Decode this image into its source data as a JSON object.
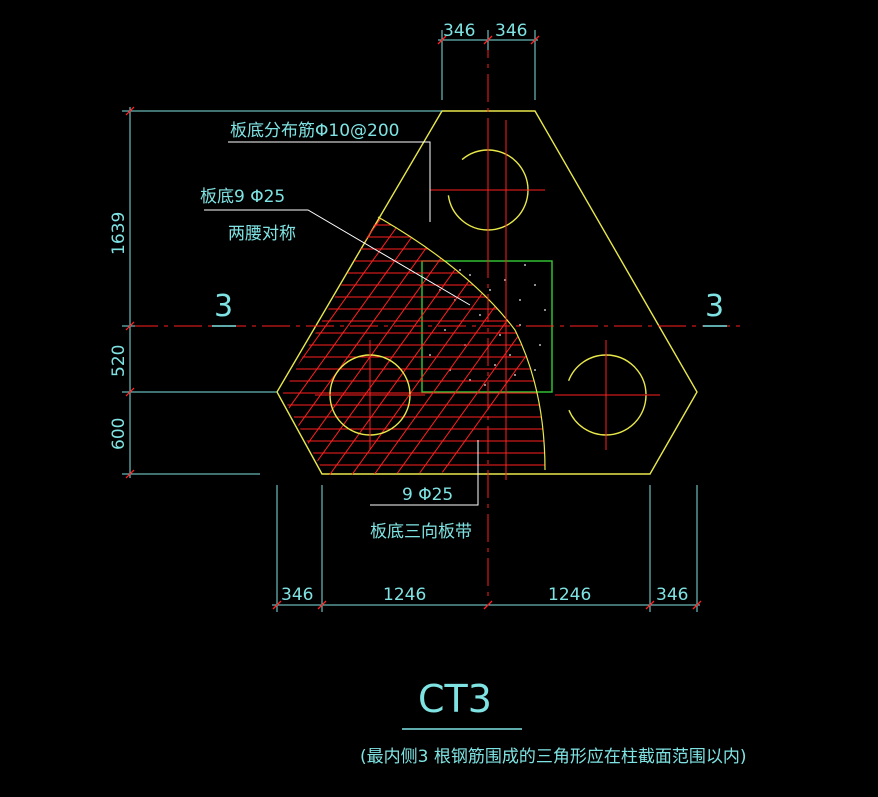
{
  "drawing": {
    "title": "CT3",
    "note": "(最内侧3 根钢筋围成的三角形应在柱截面范围以内)",
    "colors": {
      "background": "#000000",
      "outline": "#e8e84a",
      "rebar": "#ff2020",
      "dimension": "#7fe3e3",
      "column": "#33cc33",
      "leader": "#ffffff"
    },
    "labels": {
      "distribution_bar": "板底分布筋Φ10@200",
      "bottom_bar": "板底9 Φ25",
      "symmetric": "两腰对称",
      "band_bar": "9 Φ25",
      "three_way_band": "板底三向板带"
    },
    "section_marks": {
      "left": "3",
      "right": "3"
    },
    "dims_top": [
      "346",
      "346"
    ],
    "dims_left": [
      "1639",
      "520",
      "600"
    ],
    "dims_bottom": [
      "346",
      "1246",
      "1246",
      "346"
    ]
  }
}
